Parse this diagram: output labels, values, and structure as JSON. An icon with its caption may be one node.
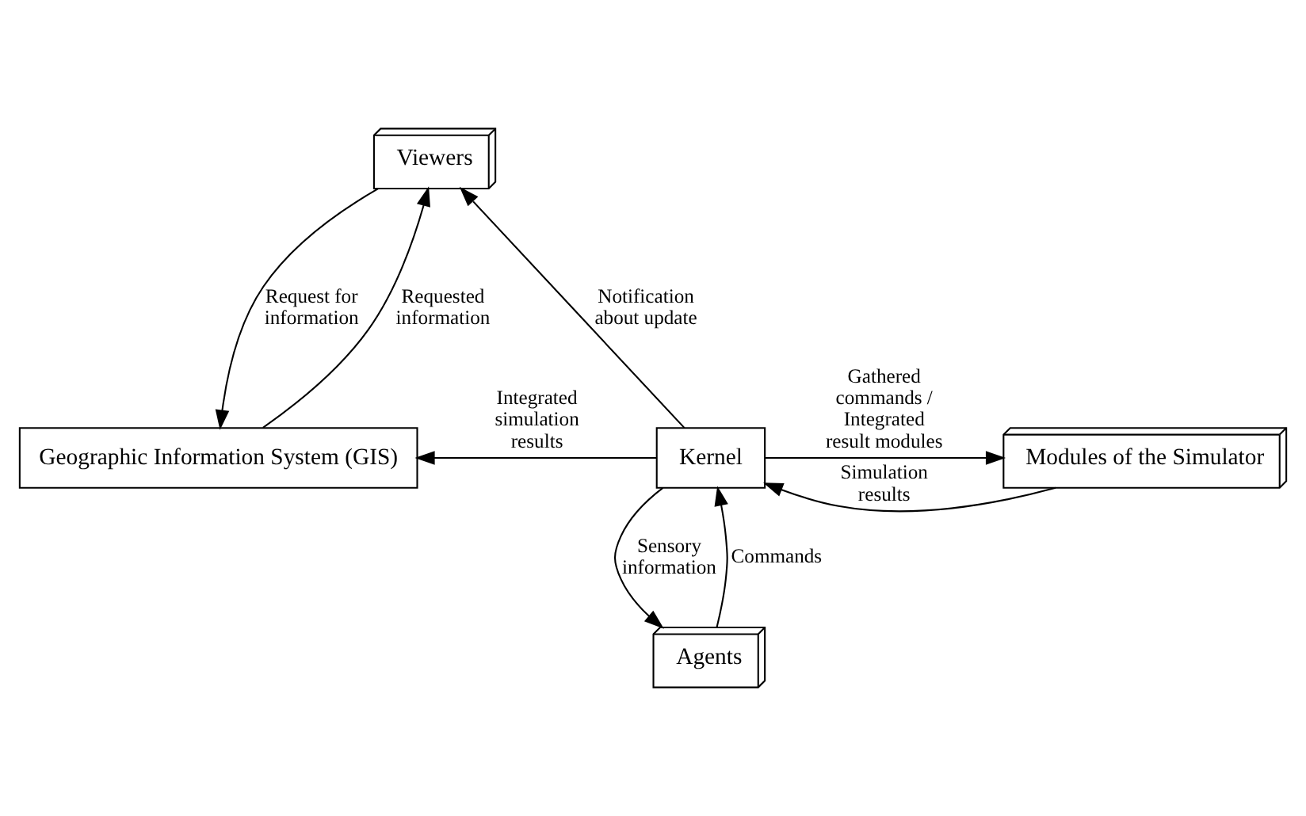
{
  "diagram": {
    "nodes": [
      {
        "text": [
          "Viewers"
        ]
      },
      {
        "text": [
          "Geographic Information System (GIS)"
        ]
      },
      {
        "text": [
          "Kernel"
        ]
      },
      {
        "text": [
          "Modules of the Simulator"
        ]
      },
      {
        "text": [
          "Agents"
        ]
      }
    ],
    "edges": [
      {
        "from": 0,
        "to": 1,
        "arrow": "to",
        "label": "Request for information"
      },
      {
        "from": 1,
        "to": 0,
        "arrow": "to",
        "label": "Requested information"
      },
      {
        "from": 2,
        "to": 0,
        "arrow": "to",
        "label": "Notification about update"
      },
      {
        "from": 2,
        "to": 1,
        "arrow": "to",
        "label": "Integrated simulation results"
      },
      {
        "from": 2,
        "to": 3,
        "arrow": "to",
        "label": "Gathered commands / Integrated result modules"
      },
      {
        "from": 3,
        "to": 2,
        "arrow": "to",
        "label": "Simulation results"
      },
      {
        "from": 2,
        "to": 4,
        "arrow": "to",
        "label": "Sensory information"
      },
      {
        "from": 4,
        "to": 2,
        "arrow": "to",
        "label": "Commands"
      }
    ]
  }
}
